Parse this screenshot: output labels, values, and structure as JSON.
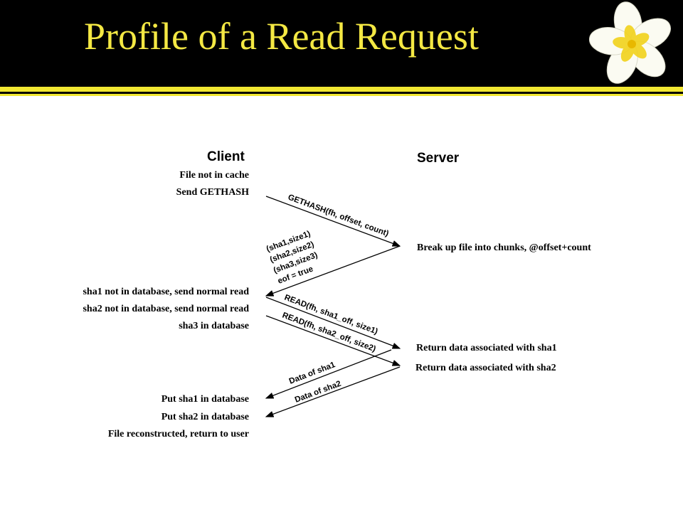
{
  "slide": {
    "title": "Profile of a Read Request",
    "colors": {
      "header_bg": "#000000",
      "title": "#f4e843",
      "stripe": "#f2e832"
    },
    "decoration": "plumeria-flower"
  },
  "client": {
    "header": "Client",
    "steps": [
      "File not in cache",
      "Send GETHASH",
      "sha1 not in database, send normal read",
      "sha2 not in database, send normal read",
      "sha3 in database",
      "Put sha1 in database",
      "Put sha2 in database",
      "File reconstructed, return to user"
    ]
  },
  "server": {
    "header": "Server",
    "steps": [
      "Break up file into chunks, @offset+count",
      "Return data associated with sha1",
      "Return data associated with sha2"
    ]
  },
  "messages": {
    "gethash": "GETHASH(fh, offset, count)",
    "reply": [
      "(sha1,size1)",
      "(sha2,size2)",
      "(sha3,size3)",
      "eof = true"
    ],
    "read1": "READ(fh, sha1_off, size1)",
    "read2": "READ(fh, sha2_off, size2)",
    "data1": "Data of sha1",
    "data2": "Data of sha2"
  }
}
